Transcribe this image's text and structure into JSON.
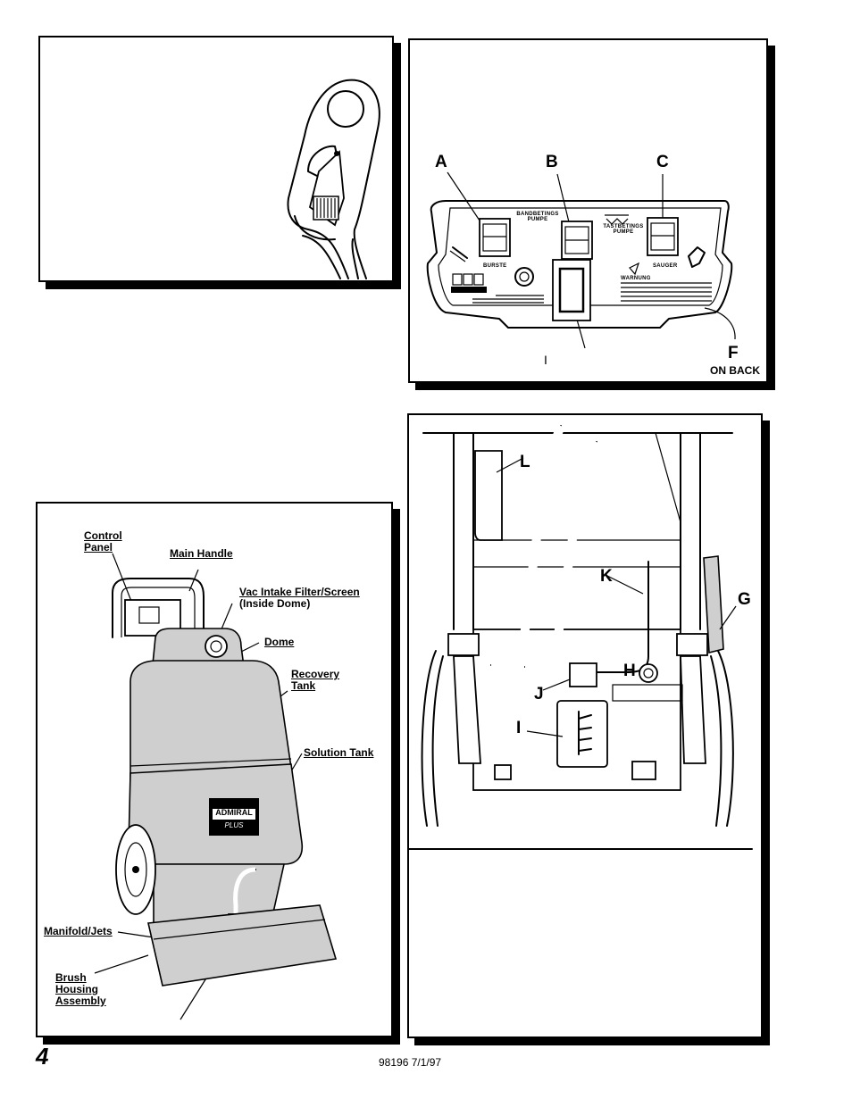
{
  "page": {
    "number": "4",
    "doc_code": "98196 7/1/97"
  },
  "control_panel": {
    "callouts": [
      "A",
      "B",
      "C",
      "F"
    ],
    "on_back": "ON BACK",
    "lower_mark": "I",
    "panel_text": {
      "bursten_pumpe": "BANDBETINGS PUMPE",
      "bursten": "BURSTE",
      "tastbetinging_pumpe": "TASTBETINGS PUMPE",
      "sauger": "SAUGER",
      "warning": "WARNUNG"
    }
  },
  "machine_parts": {
    "control_panel": "Control Panel",
    "main_handle": "Main Handle",
    "vac_filter": "Vac Intake Filter/Screen",
    "inside_dome": "(Inside Dome)",
    "dome": "Dome",
    "recovery_tank": "Recovery Tank",
    "solution_tank": "Solution Tank",
    "manifold_jets": "Manifold/Jets",
    "brush_housing": "Brush Housing Assembly",
    "brand_badge": "ADMIRAL",
    "brand_sub": "PLUS"
  },
  "rear_view": {
    "callouts": [
      "L",
      "K",
      "G",
      "H",
      "J",
      "I"
    ]
  }
}
